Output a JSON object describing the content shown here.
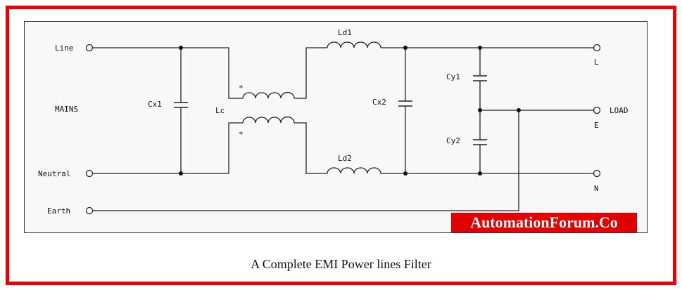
{
  "colors": {
    "frame": "#ee0000",
    "watermark_bg": "#e00000",
    "wire": "#222222"
  },
  "labels": {
    "line": "Line",
    "neutral": "Neutral",
    "earth": "Earth",
    "mains": "MAINS",
    "cx1": "Cx1",
    "lc": "Lc",
    "lc_dot_top": "*",
    "lc_dot_bottom": "*",
    "ld1": "Ld1",
    "ld2": "Ld2",
    "cx2": "Cx2",
    "cy1": "Cy1",
    "cy2": "Cy2",
    "out_l": "L",
    "out_e": "E",
    "out_n": "N",
    "load": "LOAD"
  },
  "watermark": "AutomationForum.Co",
  "caption": "A Complete EMI Power lines Filter"
}
